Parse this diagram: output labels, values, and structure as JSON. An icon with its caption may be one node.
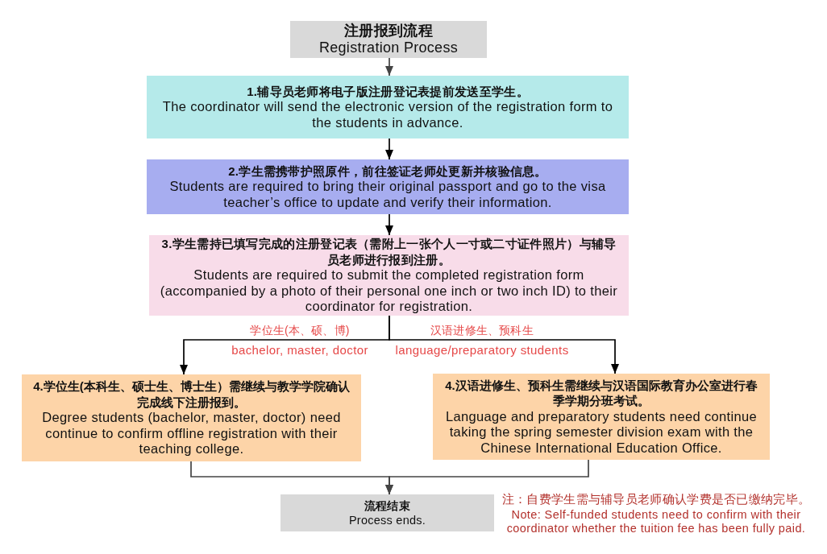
{
  "diagram": {
    "nodes": [
      {
        "text": [
          "注册报到流程",
          "Registration Process"
        ]
      },
      {
        "text": [
          "1.辅导员老师将电子版注册登记表提前发送至学生。",
          "The coordinator will send the electronic version of the registration form to the students in advance."
        ]
      },
      {
        "text": [
          "2.学生需携带护照原件，前往签证老师处更新并核验信息。",
          "Students are required to bring their original passport and go to the visa teacher’s office to update and verify their information."
        ]
      },
      {
        "text": [
          "3.学生需持已填写完成的注册登记表（需附上一张个人一寸或二寸证件照片）与辅导员老师进行报到注册。",
          "Students are required to submit the completed registration form (accompanied by a photo of their personal one inch or two inch ID) to their coordinator for registration."
        ]
      },
      {
        "text": [
          "4.学位生(本科生、硕士生、博士生）需继续与教学学院确认完成线下注册报到。",
          "Degree students (bachelor, master, doctor) need continue to confirm offline registration with their teaching college."
        ]
      },
      {
        "text": [
          "4.汉语进修生、预科生需继续与汉语国际教育办公室进行春季学期分班考试。",
          "Language and preparatory students need continue taking the spring semester division exam with the Chinese International Education Office."
        ]
      },
      {
        "text": [
          "流程结束",
          "Process ends."
        ]
      }
    ],
    "edges": [
      {
        "from": 0,
        "to": 1,
        "arrow": "to",
        "color": "#444444"
      },
      {
        "from": 1,
        "to": 2,
        "arrow": "to"
      },
      {
        "from": 2,
        "to": 3,
        "arrow": "to"
      },
      {
        "from": 3,
        "to": 4,
        "arrow": "to",
        "label": "学位生(本、硕、博)"
      },
      {
        "from": 3,
        "to": 5,
        "arrow": "to",
        "label": "汉语进修生、预科生"
      },
      {
        "from": 4,
        "to": 6,
        "arrow": "to",
        "color": "#444444"
      },
      {
        "from": 5,
        "to": 6,
        "arrow": "to",
        "color": "#444444"
      }
    ],
    "labels": [
      "bachelor, master, doctor",
      "language/preparatory students",
      "注：自费学生需与辅导员老师确认学费是否已缴纳完毕。",
      "Note: Self-funded students need to confirm with their coordinator whether the tuition fee has been fully paid."
    ]
  }
}
